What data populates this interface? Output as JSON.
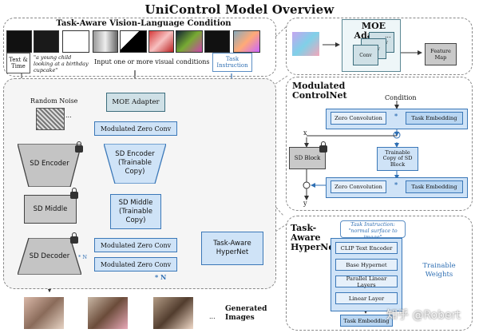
{
  "title": "UniControl Model Overview",
  "vl_condition": {
    "title": "Task-Aware Vision-Language Condition",
    "text_time": "Text & Time",
    "prompt": "\"a young child looking at a birthday cupcake\"",
    "input_label": "Input one or more visual conditions",
    "task_instruction": "Task Instruction"
  },
  "moe": {
    "title": "MOE Adapter",
    "conv_labels": [
      "Conv",
      "Conv",
      "Conv"
    ],
    "dots": "...",
    "feature_map": "Feature Map"
  },
  "main": {
    "random_noise": "Random Noise",
    "noise_dots": "...",
    "moe_adapter": "MOE Adapter",
    "modulated_zero_conv": "Modulated Zero Conv",
    "sd_encoder": "SD Encoder",
    "sd_middle": "SD Middle",
    "sd_decoder": "SD Decoder",
    "sd_encoder_copy": "SD Encoder (Trainable Copy)",
    "sd_middle_copy": "SD Middle (Trainable Copy)",
    "task_aware_hypernet": "Task-Aware HyperNet",
    "times_n": "* N",
    "times_n_small": "* N",
    "generated_images": "Generated Images",
    "generated_dots": "..."
  },
  "modulated_controlnet": {
    "title": "Modulated ControlNet",
    "condition": "Condition",
    "zero_convolution": "Zero Convolution",
    "task_embedding": "Task Embedding",
    "star": "*",
    "x": "x",
    "y": "y",
    "sd_block": "SD Block",
    "trainable_copy": "Trainable Copy of SD Block"
  },
  "hypernet": {
    "title": "Task-Aware HyperNet",
    "instruction": "Task Instruction: \"normal surface to image\"",
    "clip": "CLIP Text Encoder",
    "base": "Base Hypernet",
    "parallel": "Parallel Linear Layers",
    "linear": "Linear Layer",
    "task_embedding": "Task Embedding",
    "trainable_weights": "Trainable Weights"
  },
  "watermark": "知乎 @Robert",
  "colors": {
    "blue_fill": "#cfe3f7",
    "blue_border": "#3b78b8",
    "teal_fill": "#cfe0e6",
    "grey_fill": "#c9c9c9"
  }
}
